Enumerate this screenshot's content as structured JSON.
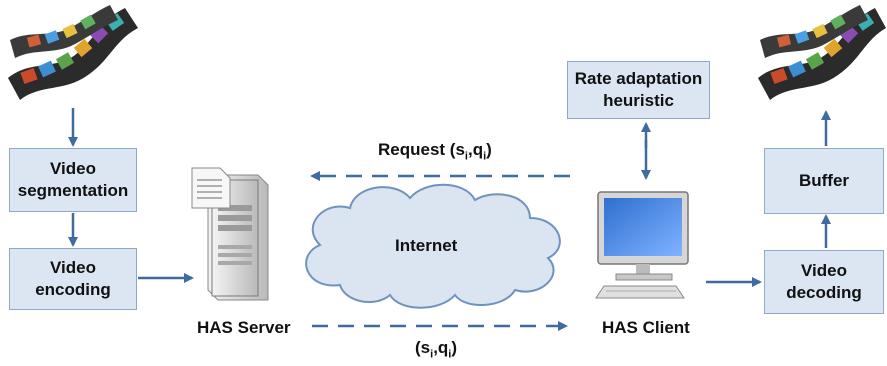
{
  "colors": {
    "box_fill": "#dce6f2",
    "box_border": "#8eaacb",
    "arrow": "#3f6b9e",
    "cloud_fill": "#dbe5f1",
    "cloud_stroke": "#6f93bd"
  },
  "boxes": {
    "video_segmentation": "Video\nsegmentation",
    "video_encoding": "Video\nencoding",
    "rate_adaptation": "Rate adaptation\nheuristic",
    "buffer": "Buffer",
    "video_decoding": "Video\ndecoding"
  },
  "labels": {
    "has_server": "HAS Server",
    "has_client": "HAS Client",
    "internet": "Internet",
    "request_prefix": "Request (s",
    "request_sub_i": "i",
    "request_mid": ",q",
    "request_sub_i2": "i",
    "request_suffix": ")",
    "response_prefix": "(s",
    "response_sub_i": "i",
    "response_mid": ",q",
    "response_sub_i2": "i",
    "response_suffix": ")"
  },
  "icons": {
    "film_left": "film-reel-icon",
    "film_right": "film-reel-icon",
    "server": "server-tower-icon",
    "client": "desktop-computer-icon",
    "cloud": "cloud-icon"
  }
}
